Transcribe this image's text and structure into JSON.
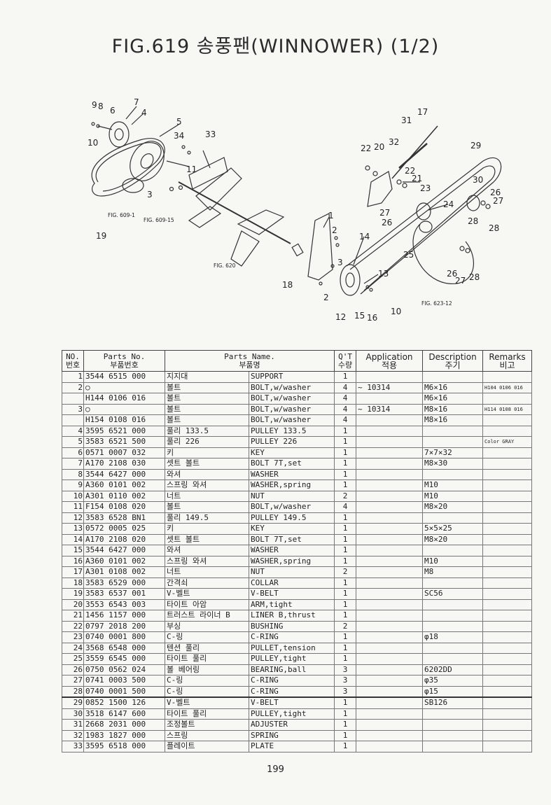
{
  "title": "FIG.619 송풍팬(WINNOWER) (1/2)",
  "diagram": {
    "callouts": [
      "1",
      "2",
      "3",
      "4",
      "5",
      "6",
      "7",
      "8",
      "9",
      "10",
      "11",
      "12",
      "13",
      "14",
      "15",
      "16",
      "17",
      "18",
      "19",
      "20",
      "21",
      "22",
      "23",
      "24",
      "25",
      "26",
      "27",
      "28",
      "29",
      "30",
      "31",
      "32",
      "33",
      "34"
    ],
    "fig_refs": [
      "FIG. 609-1",
      "FIG. 609-15",
      "FIG. 620",
      "FIG. 623-12"
    ]
  },
  "table": {
    "headers": {
      "no": [
        "NO.",
        "번호"
      ],
      "parts_no": [
        "Parts No.",
        "부품번호"
      ],
      "parts_name": [
        "Parts Name.",
        "부품명"
      ],
      "qty": [
        "Q'T",
        "수량"
      ],
      "application": [
        "Application",
        "적용"
      ],
      "description": [
        "Description",
        "주기"
      ],
      "remarks": [
        "Remarks",
        "비고"
      ]
    },
    "rows": [
      {
        "no": "1",
        "part": "3544 6515 000",
        "kr": "지지대",
        "en": "SUPPORT",
        "qty": "1",
        "app": "",
        "desc": "",
        "rem": ""
      },
      {
        "no": "2",
        "part": "○",
        "kr": "볼트",
        "en": "BOLT,w/washer",
        "qty": "4",
        "app": "~ 10314",
        "desc": "M6×16",
        "rem": "H104 0106 016"
      },
      {
        "no": "",
        "part": "H144 0106 016",
        "kr": "볼트",
        "en": "BOLT,w/washer",
        "qty": "4",
        "app": "",
        "desc": "M6×16",
        "rem": ""
      },
      {
        "no": "3",
        "part": "○",
        "kr": "볼트",
        "en": "BOLT,w/washer",
        "qty": "4",
        "app": "~ 10314",
        "desc": "M8×16",
        "rem": "H114 0108 016"
      },
      {
        "no": "",
        "part": "H154 0108 016",
        "kr": "볼트",
        "en": "BOLT,w/washer",
        "qty": "4",
        "app": "",
        "desc": "M8×16",
        "rem": ""
      },
      {
        "no": "4",
        "part": "3595 6521 000",
        "kr": "풀리 133.5",
        "en": "PULLEY 133.5",
        "qty": "1",
        "app": "",
        "desc": "",
        "rem": ""
      },
      {
        "no": "5",
        "part": "3583 6521 500",
        "kr": "풀리 226",
        "en": "PULLEY 226",
        "qty": "1",
        "app": "",
        "desc": "",
        "rem": "Color GRAY"
      },
      {
        "no": "6",
        "part": "0571 0007 032",
        "kr": "키",
        "en": "KEY",
        "qty": "1",
        "app": "",
        "desc": "7×7×32",
        "rem": ""
      },
      {
        "no": "7",
        "part": "A170 2108 030",
        "kr": "셋트 볼트",
        "en": "BOLT 7T,set",
        "qty": "1",
        "app": "",
        "desc": "M8×30",
        "rem": ""
      },
      {
        "no": "8",
        "part": "3544 6427 000",
        "kr": "와셔",
        "en": "WASHER",
        "qty": "1",
        "app": "",
        "desc": "",
        "rem": ""
      },
      {
        "no": "9",
        "part": "A360 0101 002",
        "kr": "스프링 와셔",
        "en": "WASHER,spring",
        "qty": "1",
        "app": "",
        "desc": "M10",
        "rem": ""
      },
      {
        "no": "10",
        "part": "A301 0110 002",
        "kr": "너트",
        "en": "NUT",
        "qty": "2",
        "app": "",
        "desc": "M10",
        "rem": ""
      },
      {
        "no": "11",
        "part": "F154 0108 020",
        "kr": "볼트",
        "en": "BOLT,w/washer",
        "qty": "4",
        "app": "",
        "desc": "M8×20",
        "rem": ""
      },
      {
        "no": "12",
        "part": "3583 6528 BN1",
        "kr": "풀리 149.5",
        "en": "PULLEY 149.5",
        "qty": "1",
        "app": "",
        "desc": "",
        "rem": ""
      },
      {
        "no": "13",
        "part": "0572 0005 025",
        "kr": "키",
        "en": "KEY",
        "qty": "1",
        "app": "",
        "desc": "5×5×25",
        "rem": ""
      },
      {
        "no": "14",
        "part": "A170 2108 020",
        "kr": "셋트 볼트",
        "en": "BOLT 7T,set",
        "qty": "1",
        "app": "",
        "desc": "M8×20",
        "rem": ""
      },
      {
        "no": "15",
        "part": "3544 6427 000",
        "kr": "와셔",
        "en": "WASHER",
        "qty": "1",
        "app": "",
        "desc": "",
        "rem": ""
      },
      {
        "no": "16",
        "part": "A360 0101 002",
        "kr": "스프링 와셔",
        "en": "WASHER,spring",
        "qty": "1",
        "app": "",
        "desc": "M10",
        "rem": ""
      },
      {
        "no": "17",
        "part": "A301 0108 002",
        "kr": "너트",
        "en": "NUT",
        "qty": "2",
        "app": "",
        "desc": "M8",
        "rem": ""
      },
      {
        "no": "18",
        "part": "3583 6529 000",
        "kr": "간격쇠",
        "en": "COLLAR",
        "qty": "1",
        "app": "",
        "desc": "",
        "rem": ""
      },
      {
        "no": "19",
        "part": "3583 6537 001",
        "kr": "V-벨트",
        "en": "V-BELT",
        "qty": "1",
        "app": "",
        "desc": "SC56",
        "rem": ""
      },
      {
        "no": "20",
        "part": "3553 6543 003",
        "kr": "타이트 아암",
        "en": "ARM,tight",
        "qty": "1",
        "app": "",
        "desc": "",
        "rem": ""
      },
      {
        "no": "21",
        "part": "1456 1157 000",
        "kr": "트러스트 라이너 B",
        "en": "LINER B,thrust",
        "qty": "1",
        "app": "",
        "desc": "",
        "rem": ""
      },
      {
        "no": "22",
        "part": "0797 2018 200",
        "kr": "부싱",
        "en": "BUSHING",
        "qty": "2",
        "app": "",
        "desc": "",
        "rem": ""
      },
      {
        "no": "23",
        "part": "0740 0001 800",
        "kr": "C-링",
        "en": "C-RING",
        "qty": "1",
        "app": "",
        "desc": "φ18",
        "rem": ""
      },
      {
        "no": "24",
        "part": "3568 6548 000",
        "kr": "텐션 풀리",
        "en": "PULLET,tension",
        "qty": "1",
        "app": "",
        "desc": "",
        "rem": ""
      },
      {
        "no": "25",
        "part": "3559 6545 000",
        "kr": "타이트 풀리",
        "en": "PULLEY,tight",
        "qty": "1",
        "app": "",
        "desc": "",
        "rem": ""
      },
      {
        "no": "26",
        "part": "0750 0562 024",
        "kr": "볼 베어링",
        "en": "BEARING,ball",
        "qty": "3",
        "app": "",
        "desc": "6202DD",
        "rem": ""
      },
      {
        "no": "27",
        "part": "0741 0003 500",
        "kr": "C-링",
        "en": "C-RING",
        "qty": "3",
        "app": "",
        "desc": "φ35",
        "rem": ""
      },
      {
        "no": "28",
        "part": "0740 0001 500",
        "kr": "C-링",
        "en": "C-RING",
        "qty": "3",
        "app": "",
        "desc": "φ15",
        "rem": ""
      },
      {
        "no": "29",
        "part": "0852 1500 126",
        "kr": "V-벨트",
        "en": "V-BELT",
        "qty": "1",
        "app": "",
        "desc": "SB126",
        "rem": ""
      },
      {
        "no": "30",
        "part": "3518 6147 600",
        "kr": "타이트 풀리",
        "en": "PULLEY,tight",
        "qty": "1",
        "app": "",
        "desc": "",
        "rem": ""
      },
      {
        "no": "31",
        "part": "2668 2031 000",
        "kr": "조정볼트",
        "en": "ADJUSTER",
        "qty": "1",
        "app": "",
        "desc": "",
        "rem": ""
      },
      {
        "no": "32",
        "part": "1983 1827 000",
        "kr": "스프링",
        "en": "SPRING",
        "qty": "1",
        "app": "",
        "desc": "",
        "rem": ""
      },
      {
        "no": "33",
        "part": "3595 6518 000",
        "kr": "플레이트",
        "en": "PLATE",
        "qty": "1",
        "app": "",
        "desc": "",
        "rem": ""
      }
    ]
  },
  "page_number": "199"
}
